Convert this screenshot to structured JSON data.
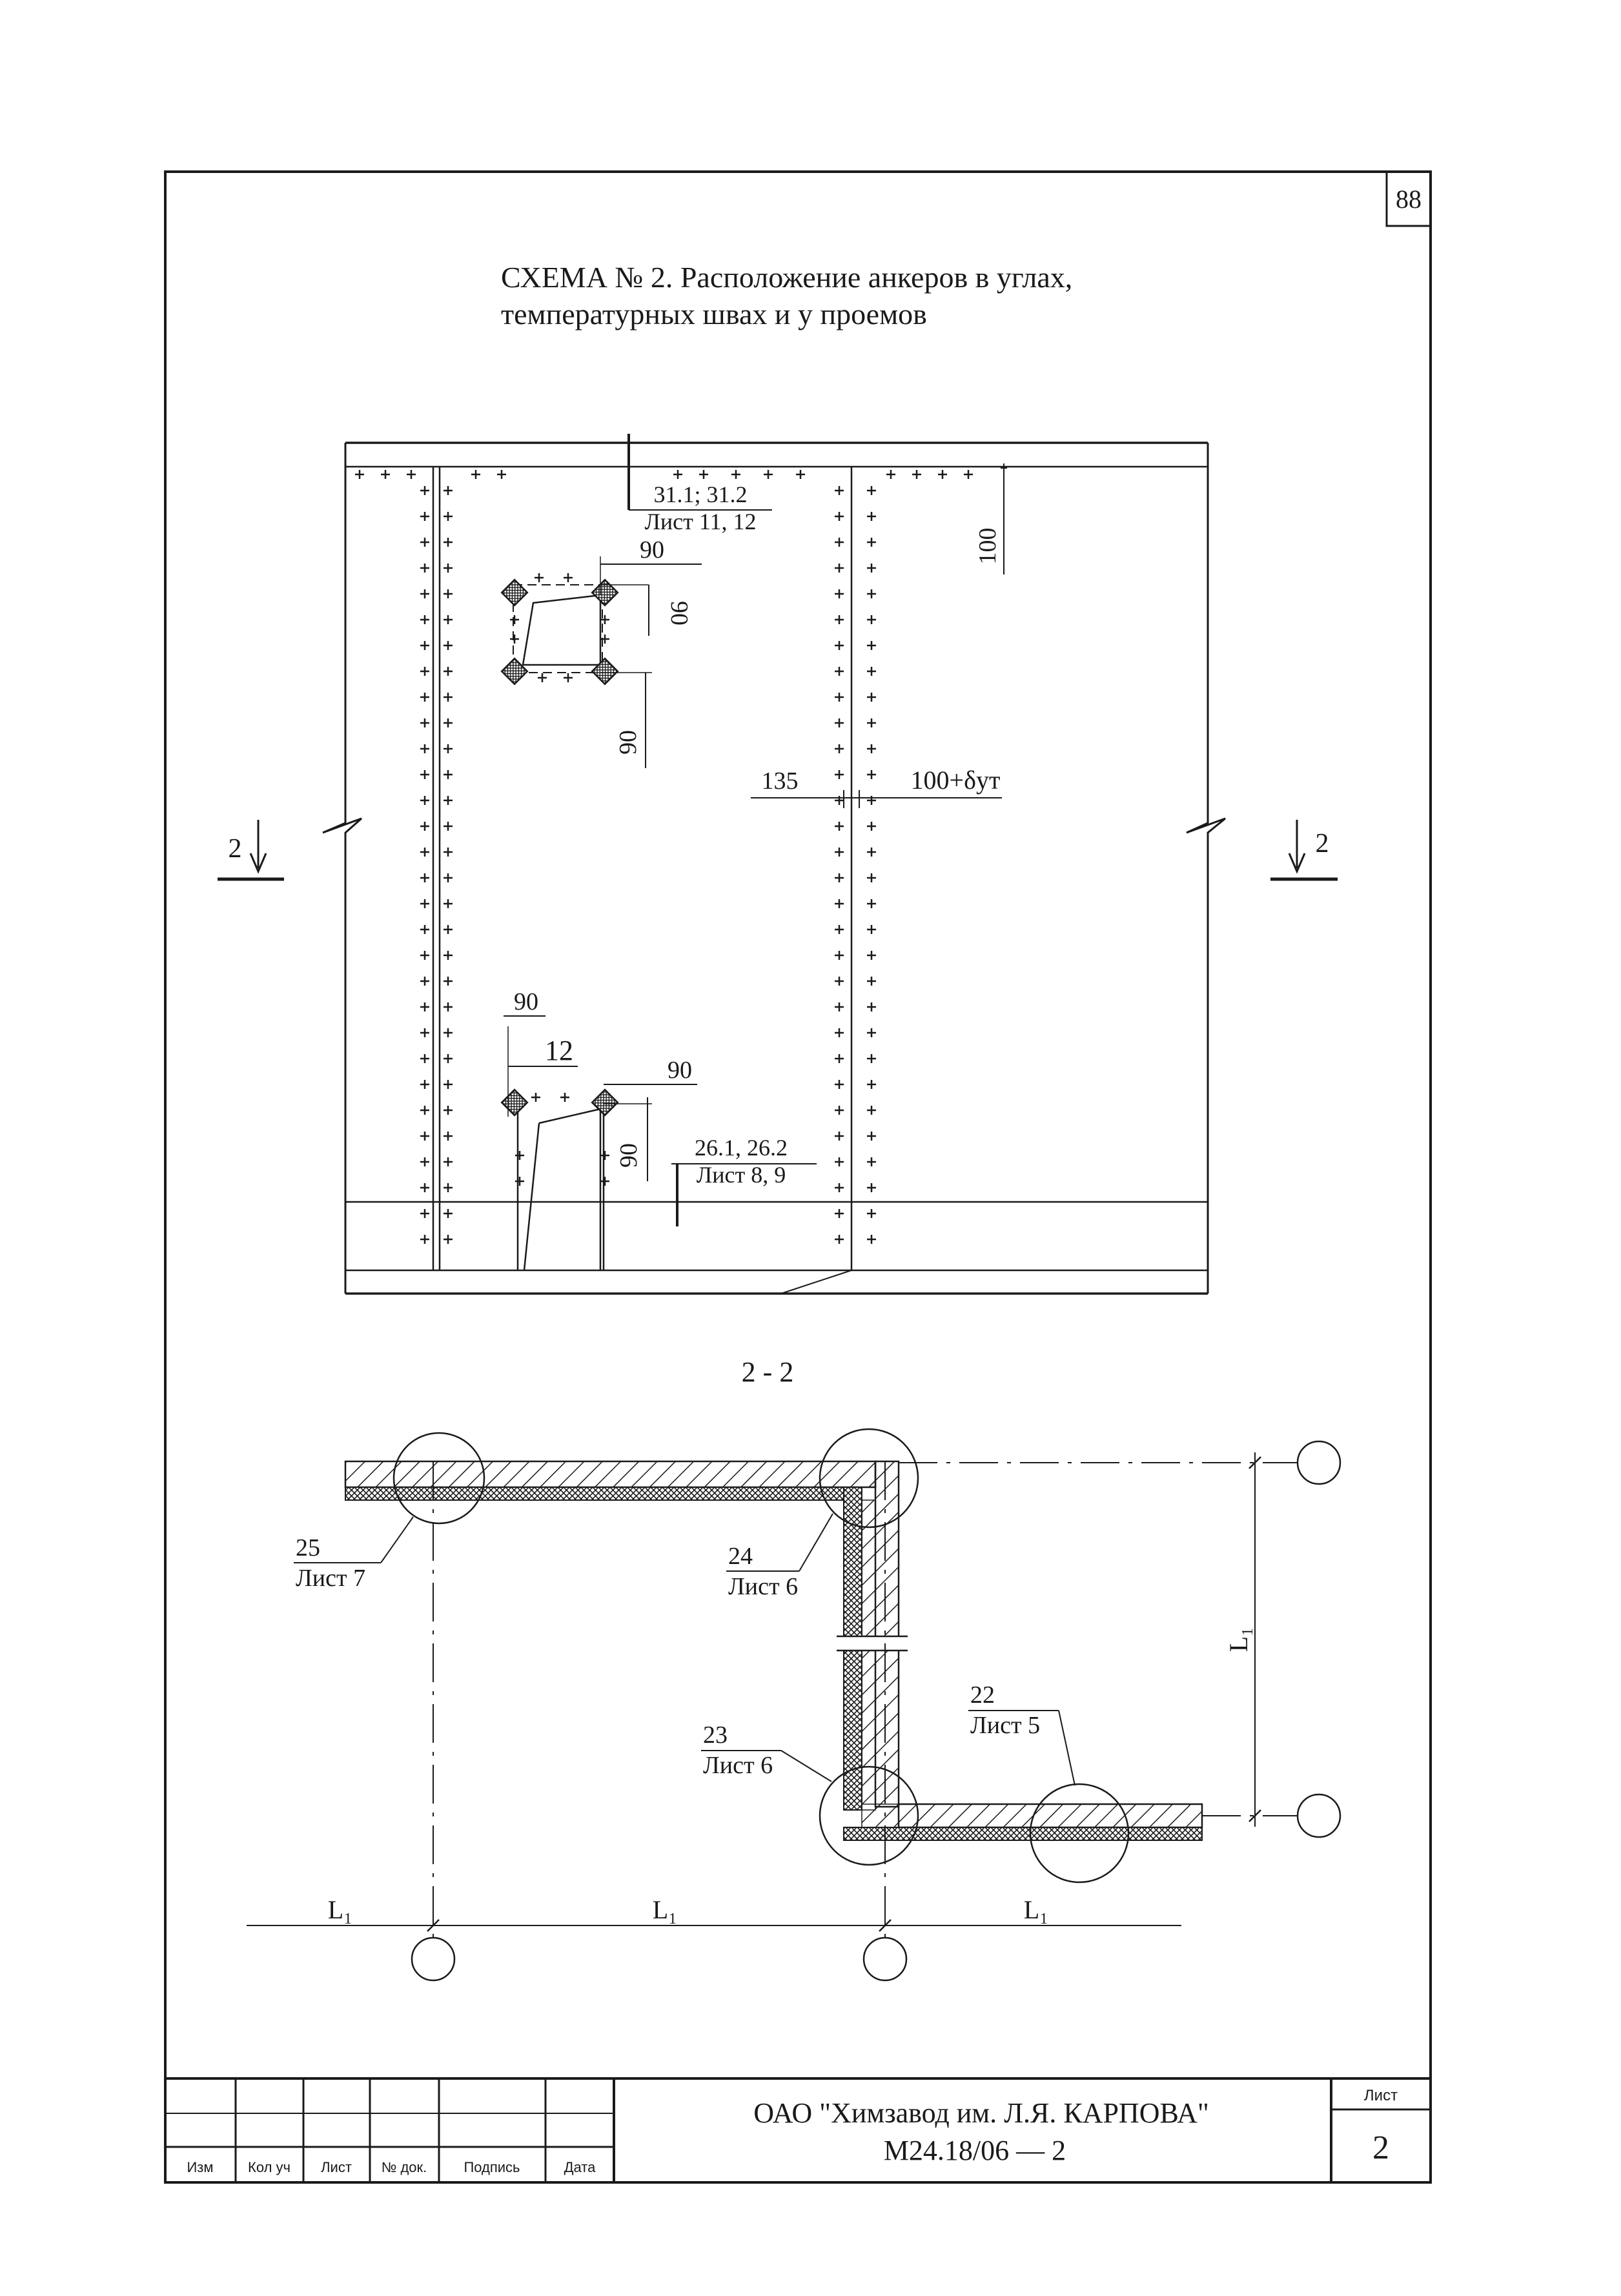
{
  "page_number": "88",
  "title": {
    "line1": "СХЕМА № 2. Расположение анкеров в углах,",
    "line2": "температурных швах и у проемов"
  },
  "elevation": {
    "ref_top_num": "31.1; 31.2",
    "ref_top_sheet": "Лист 11, 12",
    "ref_bottom_num": "26.1, 26.2",
    "ref_bottom_sheet": "Лист 8, 9",
    "dim_90": "90",
    "dim_100": "100",
    "dim_135": "135",
    "dim_joint": "100+δут",
    "dim_12": "12",
    "section_mark": "2"
  },
  "section": {
    "label": "2 - 2",
    "dim_L": "L₁",
    "callouts": [
      {
        "num": "25",
        "sheet": "Лист 7"
      },
      {
        "num": "24",
        "sheet": "Лист 6"
      },
      {
        "num": "23",
        "sheet": "Лист 6"
      },
      {
        "num": "22",
        "sheet": "Лист 5"
      }
    ]
  },
  "title_block": {
    "columns": [
      "Изм",
      "Кол уч",
      "Лист",
      "№ док.",
      "Подпись",
      "Дата"
    ],
    "company": "ОАО \"Химзавод им. Л.Я. КАРПОВА\"",
    "doc_code": "М24.18/06 — 2",
    "sheet_label": "Лист",
    "sheet_number": "2"
  }
}
